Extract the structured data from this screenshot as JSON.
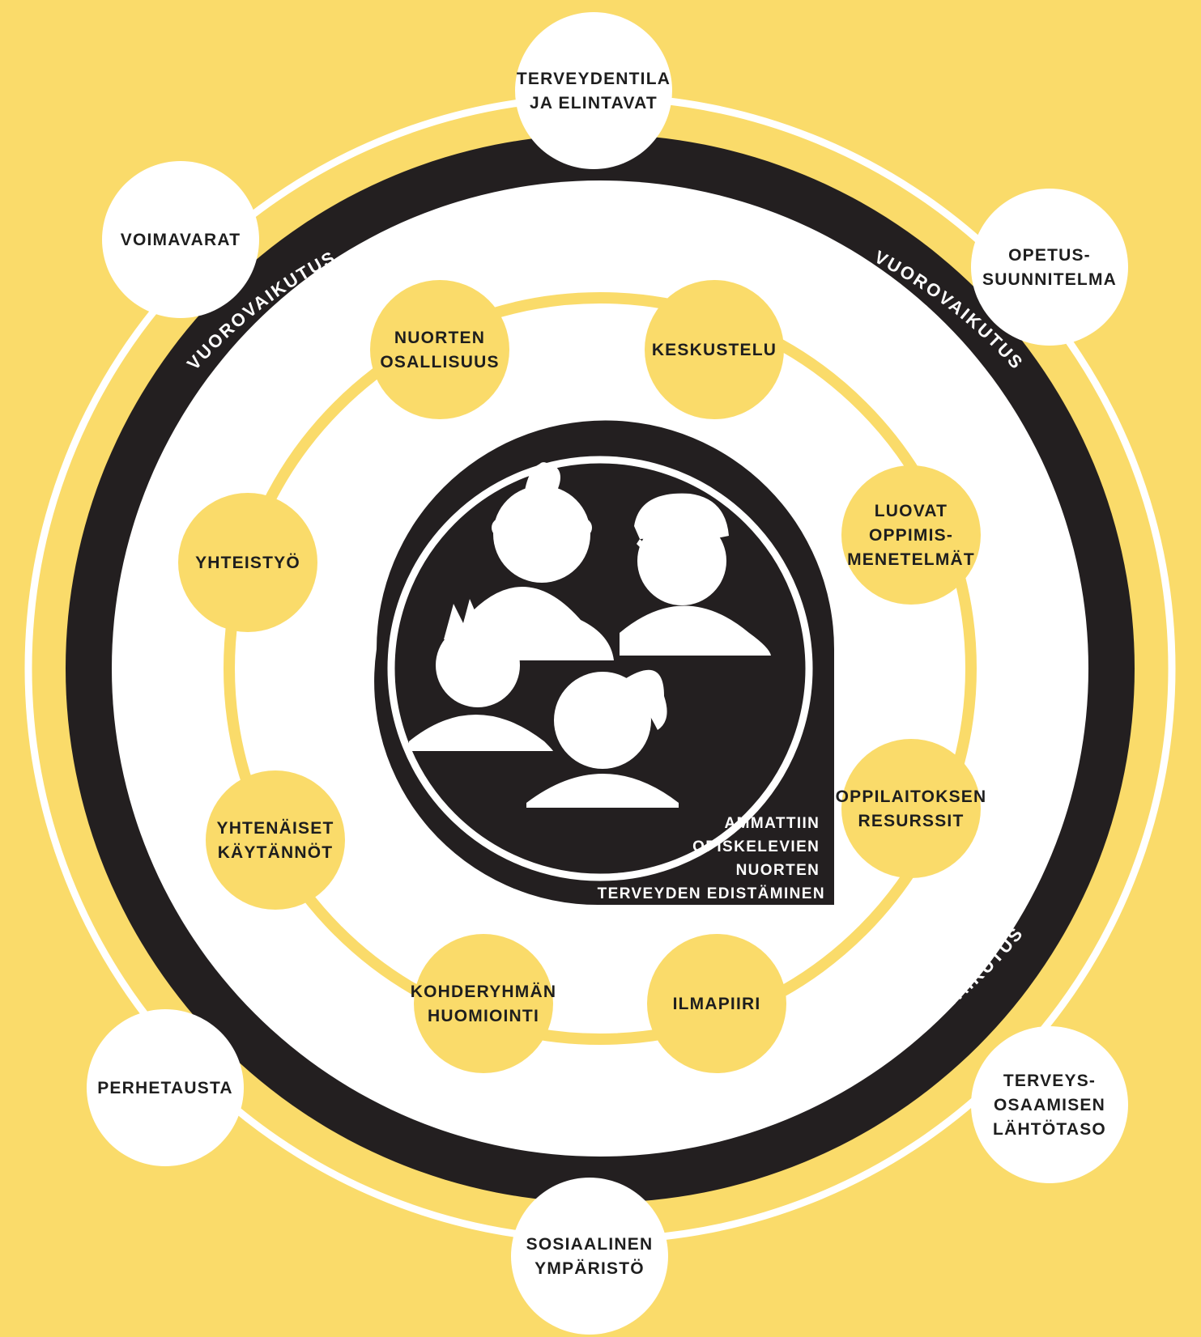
{
  "colors": {
    "background": "#FADB6A",
    "dark_ring": "#231F20",
    "white": "#FFFFFF",
    "yellow_node": "#FADB6A",
    "text": "#1E1E1E"
  },
  "center": {
    "icon": "group-of-young-people-icon",
    "title_lines": [
      "AMMATTIIN",
      "OPISKELEVIEN",
      "NUORTEN",
      "TERVEYDEN EDISTÄMINEN"
    ]
  },
  "inner_nodes": [
    {
      "lines": [
        "NUORTEN",
        "OSALLISUUS"
      ]
    },
    {
      "lines": [
        "KESKUSTELU"
      ]
    },
    {
      "lines": [
        "LUOVAT",
        "OPPIMIS-",
        "MENETELMÄT"
      ]
    },
    {
      "lines": [
        "OPPILAITOKSEN",
        "RESURSSIT"
      ]
    },
    {
      "lines": [
        "ILMAPIIRI"
      ]
    },
    {
      "lines": [
        "KOHDERYHMÄN",
        "HUOMIOINTI"
      ]
    },
    {
      "lines": [
        "YHTENÄISET",
        "KÄYTÄNNÖT"
      ]
    },
    {
      "lines": [
        "YHTEISTYÖ"
      ]
    }
  ],
  "outer_nodes": [
    {
      "lines": [
        "TERVEYDENTILA",
        "JA ELINTAVAT"
      ]
    },
    {
      "lines": [
        "OPETUS-",
        "SUUNNITELMA"
      ]
    },
    {
      "lines": [
        "TERVEYS-",
        "OSAAMISEN",
        "LÄHTÖTASO"
      ]
    },
    {
      "lines": [
        "SOSIAALINEN",
        "YMPÄRISTÖ"
      ]
    },
    {
      "lines": [
        "PERHETAUSTA"
      ]
    },
    {
      "lines": [
        "VOIMAVARAT"
      ]
    }
  ],
  "ring_labels": [
    "VUOROVAIKUTUS",
    "VUOROVAIKUTUS",
    "VUOROVAIKUTUS",
    "VUOROVAIKUTUS"
  ]
}
